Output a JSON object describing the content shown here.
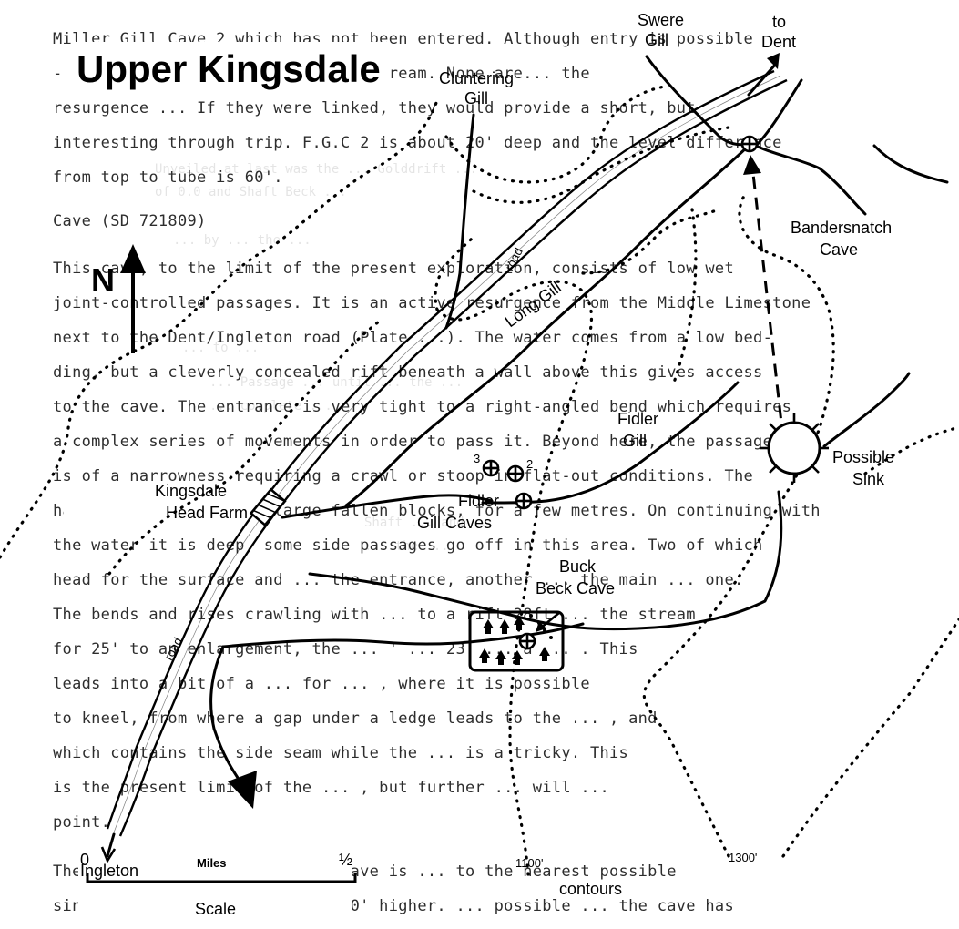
{
  "map": {
    "title": "Upper Kingsdale",
    "north_label": "N",
    "places": {
      "swere_gill_line1": "Swere",
      "swere_gill_line2": "Gill",
      "to_dent_line1": "to",
      "to_dent_line2": "Dent",
      "cluntering_gill_line1": "Cluntering",
      "cluntering_gill_line2": "Gill",
      "bandersnatch_line1": "Bandersnatch",
      "bandersnatch_line2": "Cave",
      "long_gill": "Long Gill",
      "road_upper": "road",
      "road_lower": "road",
      "fidler_gill_line1": "Fidler",
      "fidler_gill_line2": "Gill",
      "possible_sink_line1": "Possible",
      "possible_sink_line2": "Sink",
      "kingsdale_head_farm_line1": "Kingsdale",
      "kingsdale_head_farm_line2": "Head Farm",
      "fidler_gill_caves_line1": "Fidler",
      "fidler_gill_caves_line2": "Gill Caves",
      "cave_num_2": "2",
      "cave_num_3": "3",
      "buck_beck_cave_line1": "Buck",
      "buck_beck_cave_line2": "Beck Cave",
      "ingleton": "Ingleton"
    },
    "scale": {
      "start": "0",
      "unit": "Miles",
      "end": "½",
      "label": "Scale"
    },
    "contours": {
      "label": "contours",
      "low": "1100'",
      "high": "1300'"
    }
  },
  "background_text": {
    "lines": [
      "  Miller Gill Cave 2 which has not been entered. Although entry is possible",
      "- see the footnote below) is downstream. None are... the",
      "resurgence ... If they were linked, they would provide a short, but",
      "interesting through trip. F.G.C 2 is about 20' deep and the level difference",
      "from top to tube is 60'.",
      "    Cave (SD 721809)",
      "  This cave, to the limit of the present exploration, consists of low wet",
      "joint-controlled passages. It is an active resurgence from the Middle Limestone",
      "next to the Dent/Ingleton road (Plate ...). The water comes from a low bed-",
      "ding, but a cleverly concealed rift beneath a wall above this gives access",
      "to the cave. The entrance is very tight to a right-angled bend which requires",
      "a complex series of movements in order to pass it. Beyond here, the passage",
      "is of a narrowness requiring a crawl or stoop in flat-out conditions. The",
      "has to climb over some large fallen blocks, for a few metres. On continuing with",
      "the water it is deep, some side passages go off in this area. Two of which",
      "head for the surface and ... the entrance, another ... the main ... one.",
      "The bends and rises crawling with ... to a rift 28ft ... the stream",
      "for 25' to an enlargement, the ... ' ... 23' ... a ... . This",
      "leads into a bit of a ... for ... , where it is possible",
      "to kneel, from where a gap under a ledge leads to the ... , and",
      "which contains the side seam while the ... is a tricky. This",
      "is the present limit of the ... , but further ... will ...",
      "point.",
      "  The potential of Bandersnatch Cave is ... to the nearest possible",
      "sink being 1 a mile away and 100' higher. ... possible ... the cave has"
    ],
    "faint_lines": [
      "Unveiled at last was the ... Golddrift ...",
      "of 0.0 and Shaft Beck ... ",
      "... by ... the ...",
      "... to ...",
      "... Passage ... until ... the ...",
      "... complete ...",
      "Shaft ... and ...",
      "... the ..."
    ]
  }
}
